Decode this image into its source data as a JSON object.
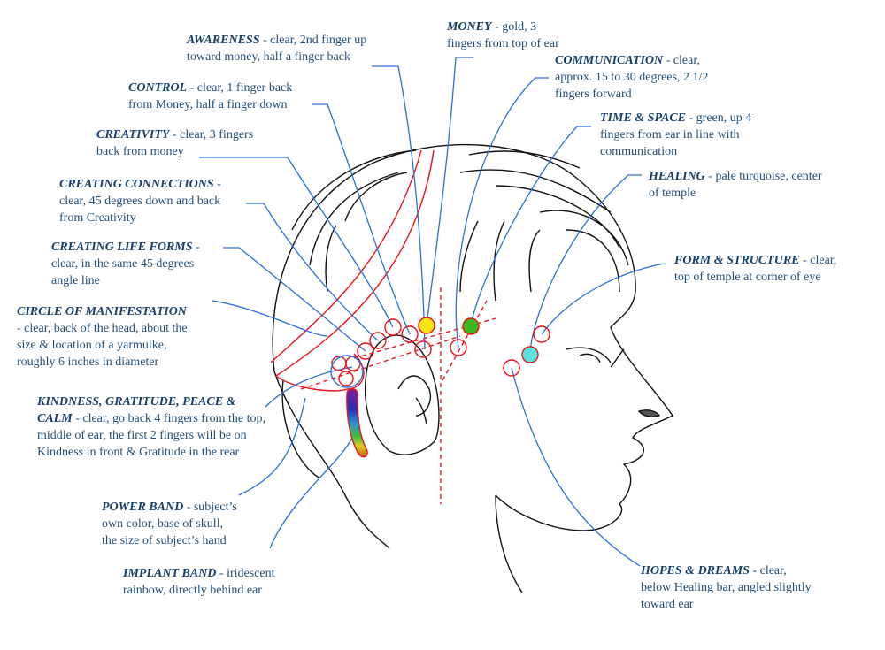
{
  "title": "Head implant diagram",
  "colors": {
    "leader": "#2a6fdb",
    "implant": "#e8141b",
    "text": "#1f4e79",
    "money": "#f7e614",
    "time_space": "#3db81c",
    "healing": "#5de0e0"
  },
  "labels": {
    "awareness": {
      "name": "AWARENESS",
      "desc1": " - clear, 2nd finger up",
      "desc2": "toward money, half a finger back"
    },
    "control": {
      "name": "CONTROL",
      "desc1": " - clear, 1 finger back",
      "desc2": "from Money, half a finger down"
    },
    "creativity": {
      "name": "CREATIVITY",
      "desc1": " - clear, 3 fingers",
      "desc2": "back from money"
    },
    "creating_connections": {
      "name": "CREATING CONNECTIONS",
      "desc1": " -",
      "desc2": "clear, 45 degrees down and back",
      "desc3": "from Creativity"
    },
    "creating_life_forms": {
      "name": "CREATING LIFE FORMS",
      "desc1": " -",
      "desc2": "clear, in the same 45 degrees",
      "desc3": "angle line"
    },
    "circle_of_manifestation": {
      "name": "CIRCLE OF MANIFESTATION",
      "desc2": "- clear, back of the head, about the",
      "desc3": "size & location of a yarmulke,",
      "desc4": "roughly 6 inches in diameter"
    },
    "kindness": {
      "name": "KINDNESS, GRATITUDE, PEACE &",
      "name2": "CALM",
      "desc2": " - clear, go back 4 fingers from the top,",
      "desc3": "middle of ear, the first 2 fingers will be on",
      "desc4": "Kindness in front & Gratitude in the rear"
    },
    "power_band": {
      "name": "POWER BAND",
      "desc1": " - subject’s",
      "desc2": "own color, base of skull,",
      "desc3": "the size of subject’s hand"
    },
    "implant_band": {
      "name": "IMPLANT BAND",
      "desc1": " - iridescent",
      "desc2": "rainbow, directly behind ear"
    },
    "money": {
      "name": "MONEY",
      "desc1": " - gold, 3",
      "desc2": "fingers from top of ear"
    },
    "communication": {
      "name": "COMMUNICATION",
      "desc1": " - clear,",
      "desc2": "approx. 15 to 30 degrees, 2 1/2",
      "desc3": "fingers forward"
    },
    "time_space": {
      "name": "TIME & SPACE",
      "desc1": " - green, up 4",
      "desc2": "fingers from ear in line with",
      "desc3": "communication"
    },
    "healing": {
      "name": "HEALING",
      "desc1": " - pale turquoise, center",
      "desc2": "of temple"
    },
    "form_structure": {
      "name": "FORM & STRUCTURE",
      "desc1": " - clear,",
      "desc2": "top of temple at corner of eye"
    },
    "hopes_dreams": {
      "name": "HOPES & DREAMS",
      "desc1": " - clear,",
      "desc2": "below Healing bar, angled slightly",
      "desc3": "toward ear"
    }
  }
}
